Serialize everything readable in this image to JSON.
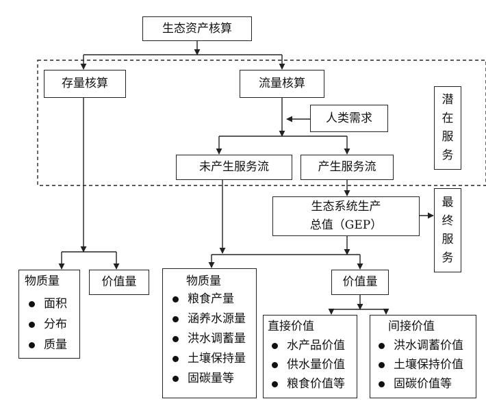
{
  "root": "生态资产核算",
  "stock": "存量核算",
  "flow": "流量核算",
  "human_demand": "人类需求",
  "not_service": "未产生服务流",
  "service": "产生服务流",
  "gep": {
    "line1": "生态系统生产",
    "line2": "总值（GEP）"
  },
  "potential": [
    "潜",
    "在",
    "服",
    "务"
  ],
  "final": [
    "最",
    "终",
    "服",
    "务"
  ],
  "stock_physical": {
    "title": "物质量",
    "items": [
      "面积",
      "分布",
      "质量"
    ]
  },
  "stock_value": "价值量",
  "flow_physical": {
    "title": "物质量",
    "items": [
      "粮食产量",
      "涵养水源量",
      "洪水调蓄量",
      "土壤保持量",
      "固碳量等"
    ]
  },
  "flow_value": "价值量",
  "direct": {
    "title": "直接价值",
    "items": [
      "水产品价值",
      "供水量价值",
      "粮食价值等"
    ]
  },
  "indirect": {
    "title": "间接价值",
    "items": [
      "洪水调蓄价值",
      "土壤保持价值",
      "固碳价值等"
    ]
  }
}
